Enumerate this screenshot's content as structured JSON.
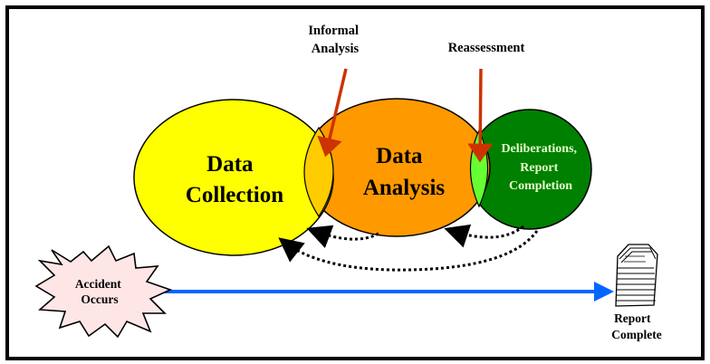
{
  "stages": {
    "collection": {
      "line1": "Data",
      "line2": "Collection",
      "color": "#ffff00"
    },
    "analysis": {
      "line1": "Data",
      "line2": "Analysis",
      "color": "#ff9900"
    },
    "deliberation": {
      "line1": "Deliberations,",
      "line2": "Report",
      "line3": "Completion",
      "color": "#008000",
      "text_color": "#e6ffcc"
    }
  },
  "overlaps": {
    "informal": {
      "color": "#ffcc00"
    },
    "reassess": {
      "color": "#66ff33"
    }
  },
  "callouts": {
    "informal": {
      "line1": "Informal",
      "line2": "Analysis",
      "arrow_color": "#cc3300"
    },
    "reassess": {
      "line1": "Reassessment",
      "arrow_color": "#cc3300"
    }
  },
  "start": {
    "line1": "Accident",
    "line2": "Occurs",
    "color": "#ffe6e6"
  },
  "end": {
    "line1": "Report",
    "line2": "Complete"
  },
  "timeline": {
    "color": "#0066ff"
  },
  "icons": {
    "burst": "starburst-shape",
    "end_icon": "paper-stack-icon"
  }
}
